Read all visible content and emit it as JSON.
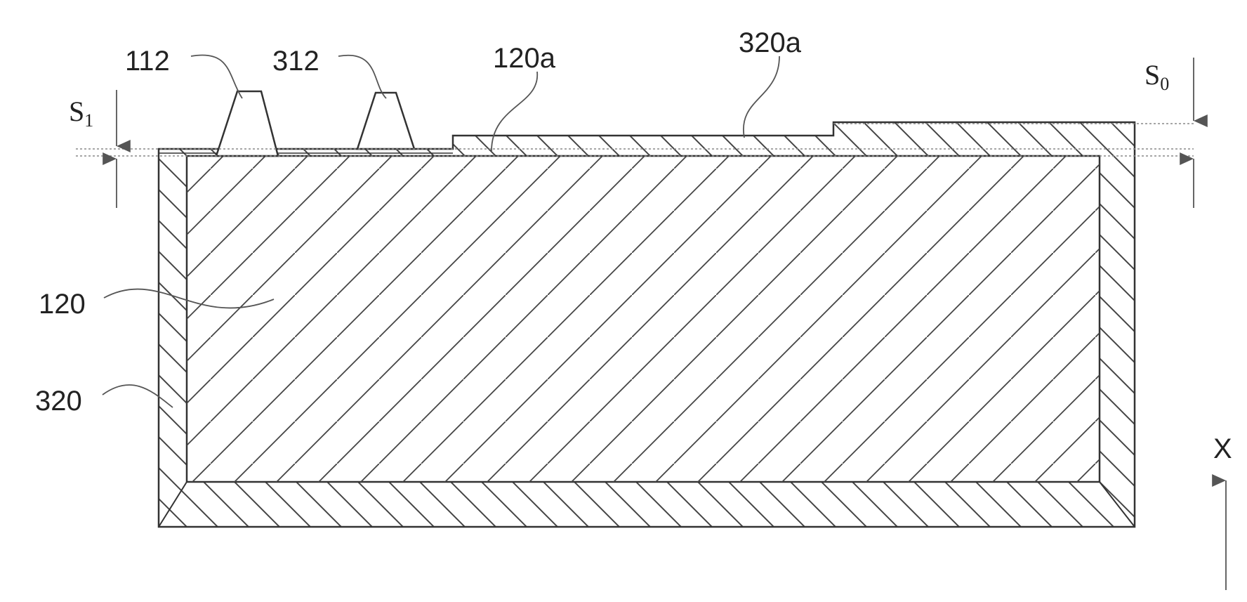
{
  "labels": {
    "part_112": "112",
    "part_312": "312",
    "part_120a": "120a",
    "part_320a": "320a",
    "part_120": "120",
    "part_320": "320",
    "s1_letter": "S",
    "s1_sub": "1",
    "s0_letter": "S",
    "s0_sub": "0",
    "axis_x": "X"
  },
  "colors": {
    "line": "#333333",
    "hatch": "#444444",
    "leader": "#555555",
    "dotted": "#888888"
  }
}
